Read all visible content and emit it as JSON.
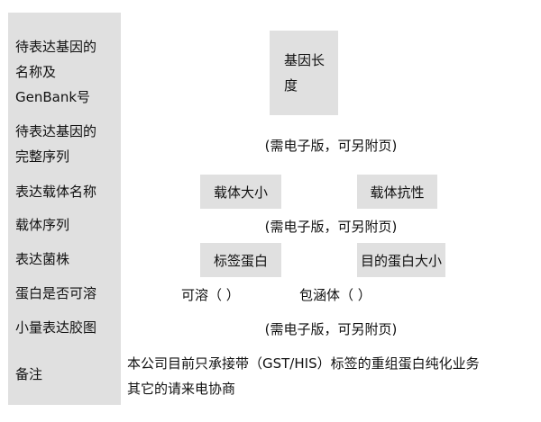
{
  "labels": {
    "gene_name": [
      "待表达基因的",
      "名称及",
      "GenBank号"
    ],
    "full_sequence": [
      "待表达基因的",
      "完整序列"
    ],
    "vector_name": "表达载体名称",
    "vector_sequence": "载体序列",
    "expression_strain": "表达菌株",
    "soluble": "蛋白是否可溶",
    "small_scale_gel": "小量表达胶图",
    "remarks": "备注"
  },
  "fields": {
    "gene_length": [
      "基因长",
      "度"
    ],
    "electronic_note": "(需电子版，可另附页)",
    "vector_size": "载体大小",
    "vector_resistance": "载体抗性",
    "tag_protein": "标签蛋白",
    "target_protein_size": "目的蛋白大小",
    "soluble_option": "可溶（ ）",
    "inclusion_option": "包涵体（ ）",
    "remarks_lines": [
      "本公司目前只承接带（GST/HIS）标签的重组蛋白纯化业务",
      "其它的请来电协商"
    ]
  }
}
